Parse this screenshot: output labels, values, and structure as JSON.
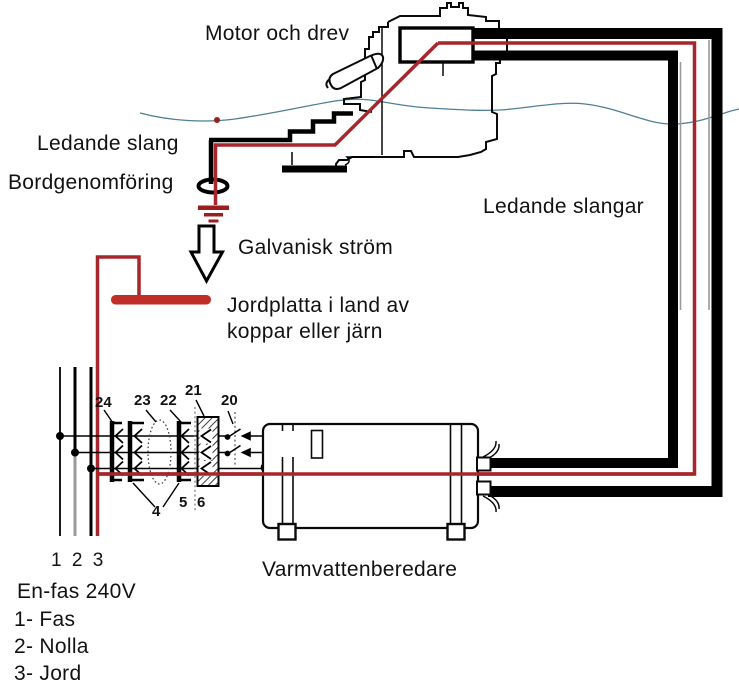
{
  "labels": {
    "motor": "Motor och drev",
    "conductive_hose": "Ledande slang",
    "hull_fitting": "Bordgenomföring",
    "galvanic_current": "Galvanisk ström",
    "ground_plate_line1": "Jordplatta i land av",
    "ground_plate_line2": "koppar eller järn",
    "conductive_hoses": "Ledande slangar",
    "water_heater": "Varmvattenberedare",
    "phase_numbers": "1 2 3",
    "supply": "En-fas 240V",
    "legend_phase": "1- Fas",
    "legend_neutral": "2- Nolla",
    "legend_ground": "3- Jord"
  },
  "part_numbers": {
    "n24": "24",
    "n23": "23",
    "n22": "22",
    "n21": "21",
    "n20": "20",
    "n4": "4",
    "n5": "5",
    "n6": "6"
  },
  "colors": {
    "wire_red": "#a5262b",
    "plate_red": "#bf2e27",
    "ground_red": "#9c1d1d",
    "cable_black": "#000000",
    "water_blue": "#4e7f96",
    "shadow_gray": "#9a9a9a"
  }
}
